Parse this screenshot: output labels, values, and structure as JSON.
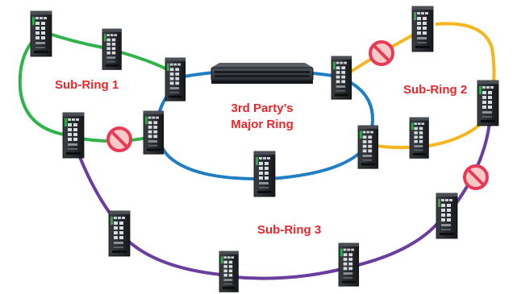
{
  "labels": {
    "sub_ring_1": "Sub-Ring 1",
    "sub_ring_2": "Sub-Ring 2",
    "sub_ring_3": "Sub-Ring 3",
    "major_ring_line1": "3rd Party’s",
    "major_ring_line2": "Major Ring"
  },
  "colors": {
    "sub_ring_1": "#31b34b",
    "sub_ring_2": "#f5b51e",
    "sub_ring_3": "#6a3d9e",
    "major_ring": "#1f7ec4",
    "label_text": "#e8262a",
    "block_symbol": "#e83a56"
  },
  "icons": {
    "device": "industrial-ethernet-switch-icon",
    "core": "rack-switch-icon",
    "blocked_link": "no-entry-icon"
  }
}
